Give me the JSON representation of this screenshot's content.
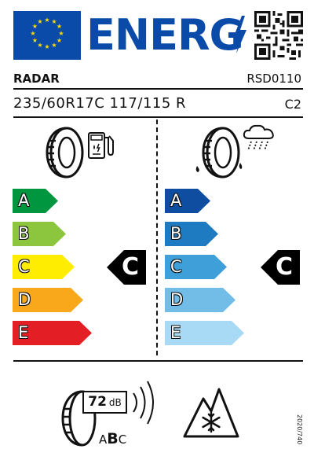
{
  "header": {
    "title": "ENERG",
    "flag_icon": "eu-flag-icon",
    "energy_icon": "lightning-bolt-icon",
    "qr_icon": "qr-code-icon",
    "colors": {
      "eu_blue": "#0a4aa8",
      "flag_stars": "#ffde00"
    }
  },
  "product": {
    "brand": "RADAR",
    "model_code": "RSD0110",
    "size_designation": "235/60R17C 117/115 R",
    "tyre_class": "C2"
  },
  "fuel_efficiency": {
    "icon": "fuel-pump-icon",
    "scale": [
      {
        "letter": "A",
        "color": "#00963f"
      },
      {
        "letter": "B",
        "color": "#8cc63e"
      },
      {
        "letter": "C",
        "color": "#ffed00"
      },
      {
        "letter": "D",
        "color": "#f9a81c"
      },
      {
        "letter": "E",
        "color": "#e41e25"
      }
    ],
    "rating": "C"
  },
  "wet_grip": {
    "icon": "rain-cloud-icon",
    "scale": [
      {
        "letter": "A",
        "color": "#0f4da0"
      },
      {
        "letter": "B",
        "color": "#1f7bc1"
      },
      {
        "letter": "C",
        "color": "#3f9fd9"
      },
      {
        "letter": "D",
        "color": "#71bde8"
      },
      {
        "letter": "E",
        "color": "#a8daf5"
      }
    ],
    "rating": "C"
  },
  "noise": {
    "icon": "speaker-sound-waves-icon",
    "value": "72",
    "unit": "dB",
    "class_a": "A",
    "class_b": "B",
    "class_c": "C"
  },
  "snow": {
    "icon": "three-peak-mountain-snowflake-icon"
  },
  "regulation": "2020/740"
}
